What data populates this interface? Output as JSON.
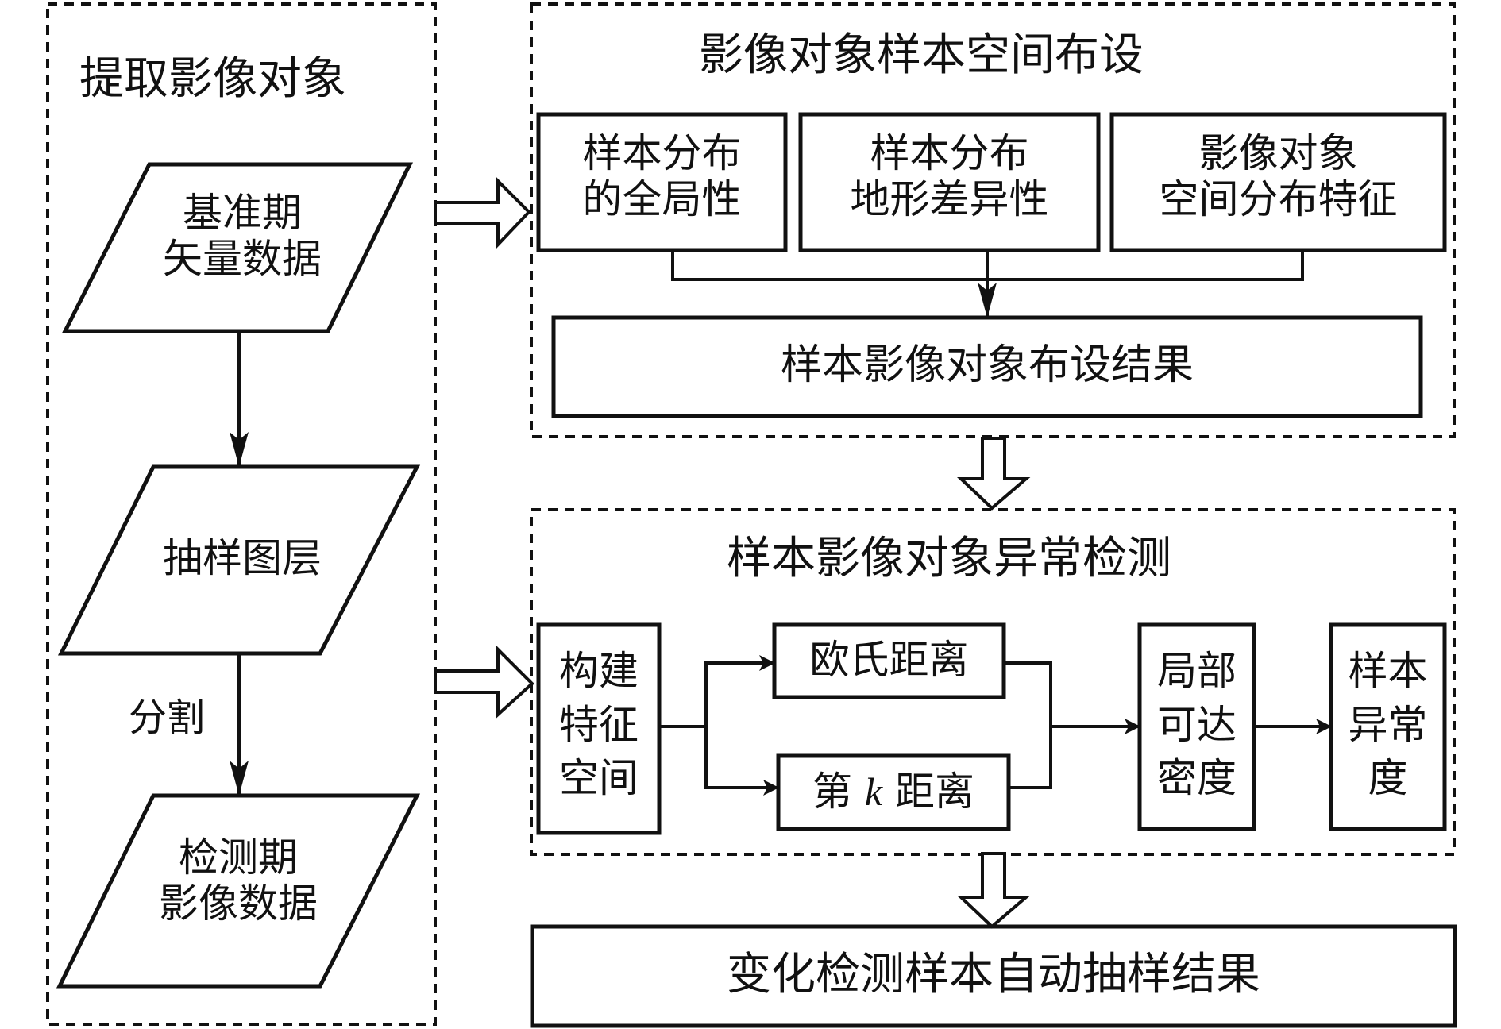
{
  "diagram": {
    "colors": {
      "stroke": "#111111",
      "background": "#ffffff"
    },
    "left_panel": {
      "title": "提取影像对象",
      "node_reference_vector": "基准期\n矢量数据",
      "node_sampling_layer": "抽样图层",
      "edge_label_segmentation": "分割",
      "node_detection_image": "检测期\n影像数据"
    },
    "layout_panel": {
      "title": "影像对象样本空间布设",
      "factor_globality": "样本分布\n的全局性",
      "factor_terrain": "样本分布\n地形差异性",
      "factor_spatial": "影像对象\n空间分布特征",
      "result": "样本影像对象布设结果"
    },
    "anomaly_panel": {
      "title": "样本影像对象异常检测",
      "feature_space": "构建\n特征\n空间",
      "euclidean_distance": "欧氏距离",
      "k_distance_prefix": "第",
      "k_distance_var": "k",
      "k_distance_suffix": "距离",
      "local_reach_density": "局部\n可达\n密度",
      "anomaly_score": "样本\n异常\n度"
    },
    "final_result": "变化检测样本自动抽样结果",
    "edges": [
      {
        "from": "基准期矢量数据",
        "to": "抽样图层"
      },
      {
        "from": "抽样图层",
        "to": "检测期影像数据",
        "label": "分割"
      },
      {
        "from": "样本分布的全局性",
        "to": "样本影像对象布设结果"
      },
      {
        "from": "样本分布地形差异性",
        "to": "样本影像对象布设结果"
      },
      {
        "from": "影像对象空间分布特征",
        "to": "样本影像对象布设结果"
      },
      {
        "from": "构建特征空间",
        "to": "欧氏距离"
      },
      {
        "from": "构建特征空间",
        "to": "第k距离"
      },
      {
        "from": "欧氏距离",
        "to": "局部可达密度"
      },
      {
        "from": "第k距离",
        "to": "局部可达密度"
      },
      {
        "from": "局部可达密度",
        "to": "样本异常度"
      },
      {
        "from": "提取影像对象",
        "to": "影像对象样本空间布设",
        "type": "block-arrow"
      },
      {
        "from": "提取影像对象",
        "to": "样本影像对象异常检测",
        "type": "block-arrow"
      },
      {
        "from": "影像对象样本空间布设",
        "to": "样本影像对象异常检测",
        "type": "block-arrow"
      },
      {
        "from": "样本影像对象异常检测",
        "to": "变化检测样本自动抽样结果",
        "type": "block-arrow"
      }
    ]
  }
}
